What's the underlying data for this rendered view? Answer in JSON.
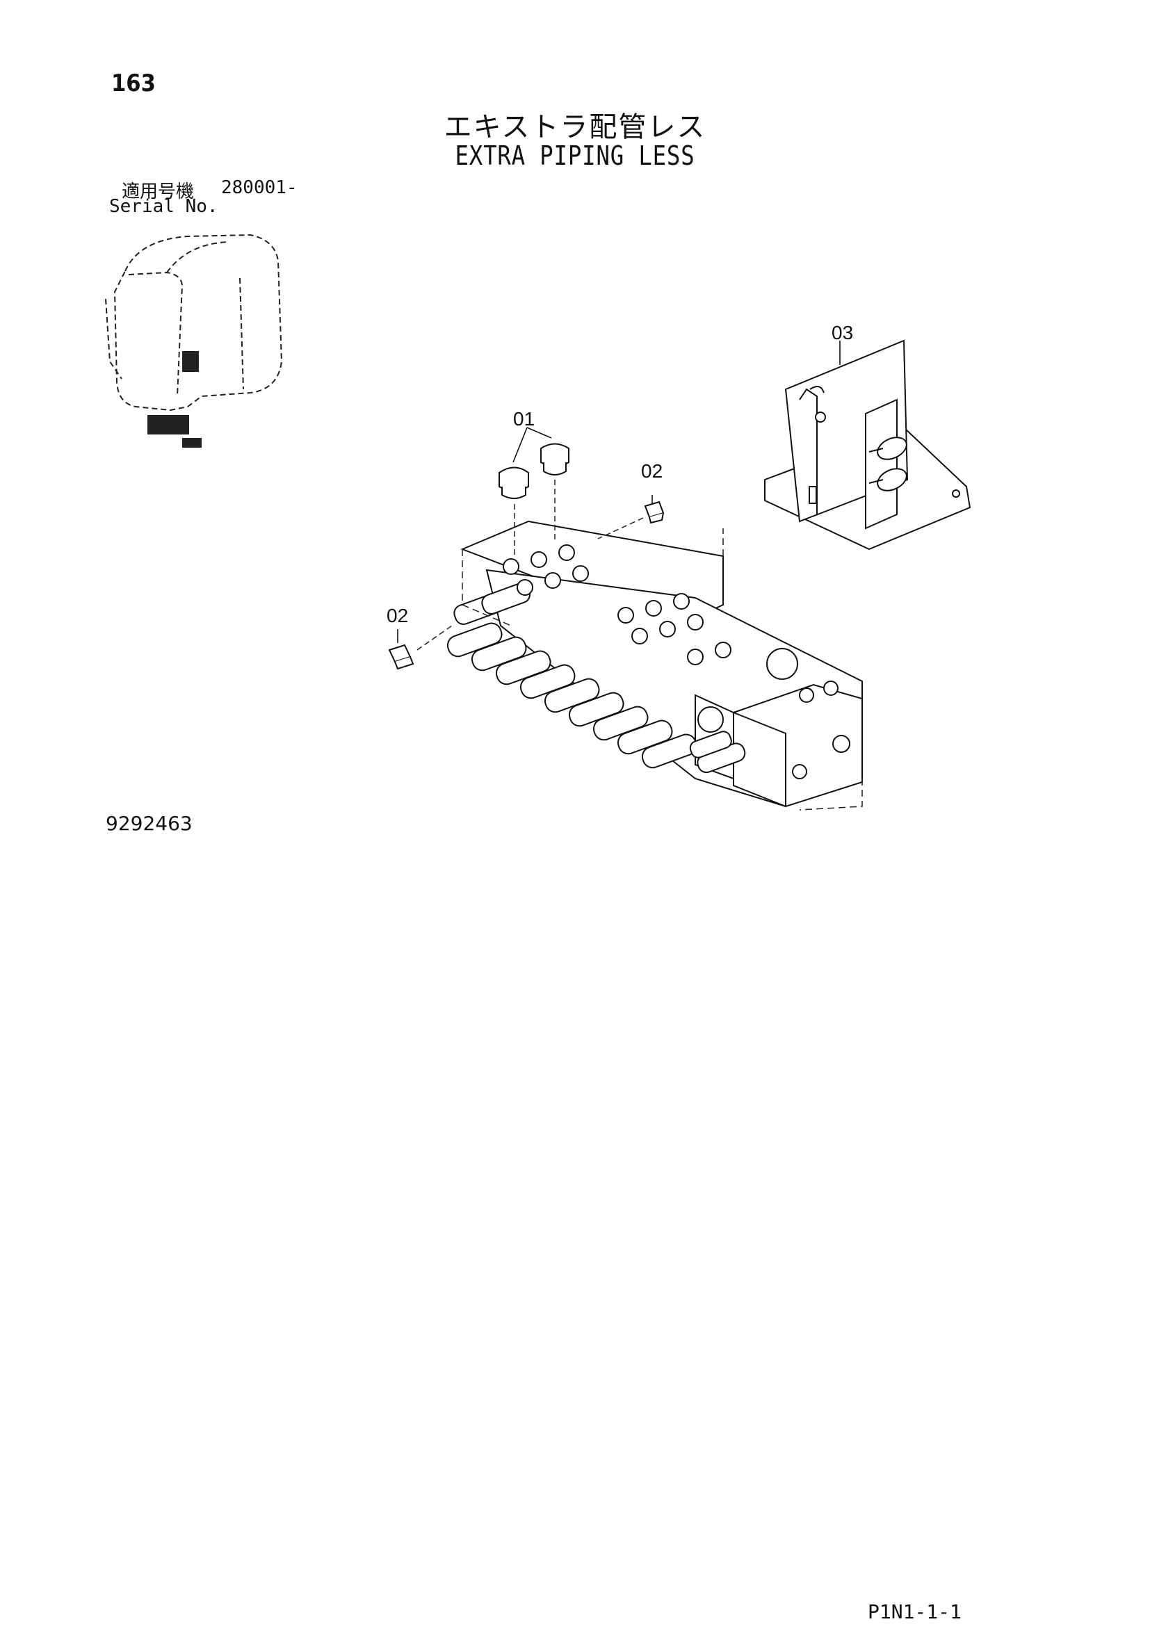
{
  "header": {
    "page_number": "163",
    "title_jp": "エキストラ配管レス",
    "title_en": "EXTRA PIPING LESS"
  },
  "applicability": {
    "label_jp": "適用号機",
    "serial_from": "280001-",
    "label_en": "Serial No."
  },
  "diagram": {
    "callouts": [
      "01",
      "02",
      "02",
      "03"
    ],
    "drawing_number": "9292463"
  },
  "footer": {
    "page_code": "P1N1-1-1"
  }
}
